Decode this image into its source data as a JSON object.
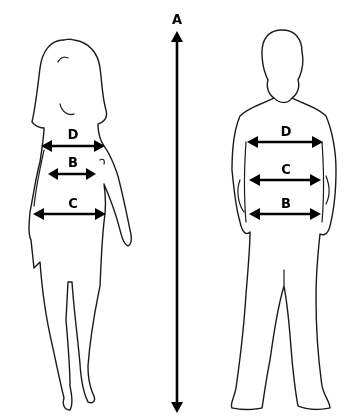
{
  "figure": {
    "labels": {
      "height": "A",
      "woman_bust": "D",
      "woman_waist": "B",
      "woman_hips": "C",
      "man_chest": "D",
      "man_waist": "C",
      "man_hips": "B"
    },
    "colors": {
      "line": "#000000",
      "outline": "#1a1a1a",
      "background": "#ffffff"
    }
  }
}
